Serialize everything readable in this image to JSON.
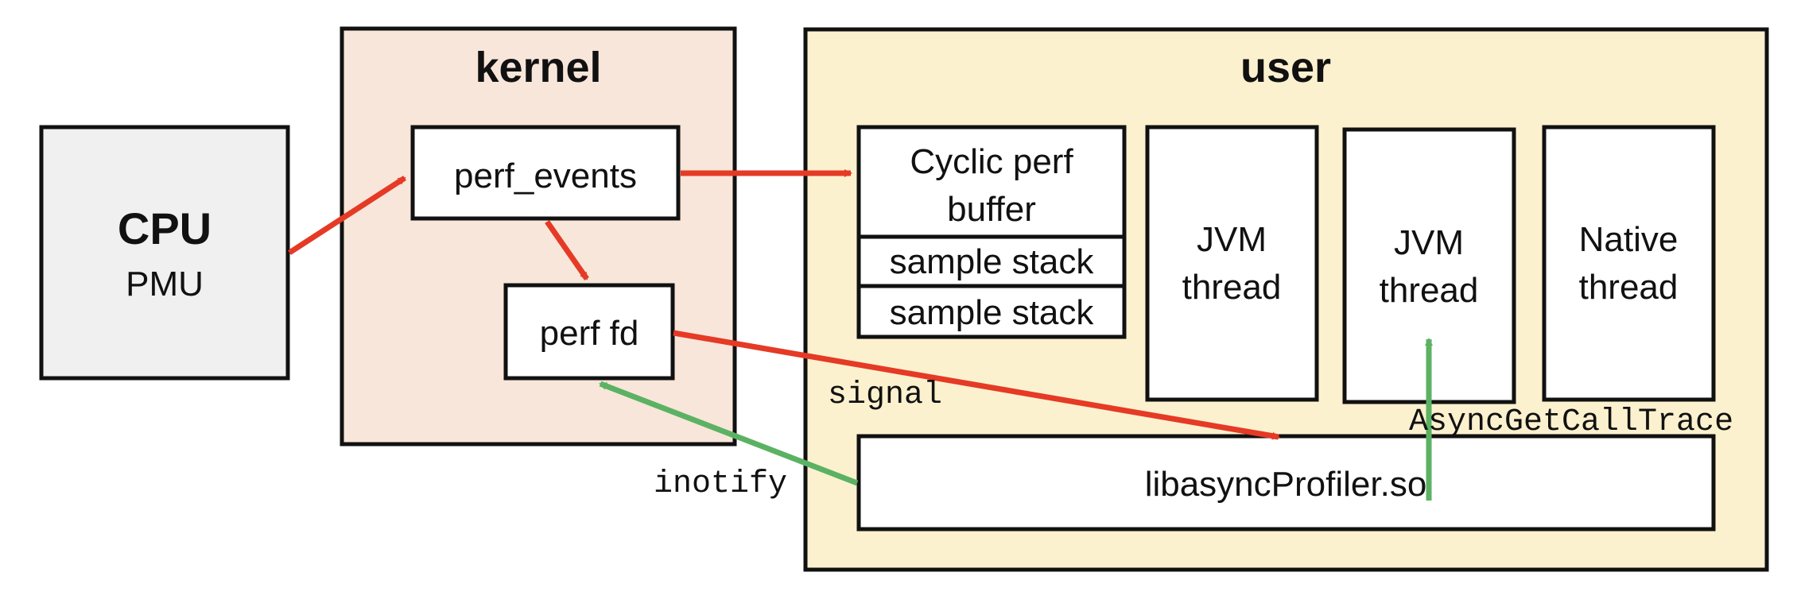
{
  "regions": {
    "kernel": {
      "title": "kernel",
      "fill": "#f8e6da"
    },
    "user": {
      "title": "user",
      "fill": "#fcf1ce"
    }
  },
  "cpu": {
    "title": "CPU",
    "subtitle": "PMU",
    "fill": "#f0f0f0"
  },
  "nodes": {
    "perf_events": "perf_events",
    "perf_fd": "perf fd",
    "buffer_line1": "Cyclic perf",
    "buffer_line2": "buffer",
    "sample_stack_1": "sample stack",
    "sample_stack_2": "sample stack",
    "jvm_thread_1": [
      "JVM",
      "thread"
    ],
    "jvm_thread_2": [
      "JVM",
      "thread"
    ],
    "native_thread": [
      "Native",
      "thread"
    ],
    "lib": "libasyncProfiler.so"
  },
  "edge_labels": {
    "signal": "signal",
    "inotify": "inotify",
    "async": "AsyncGetCallTrace"
  },
  "colors": {
    "red_arrow": "#e53a25",
    "green_arrow": "#5cb263",
    "stroke": "#111111"
  }
}
